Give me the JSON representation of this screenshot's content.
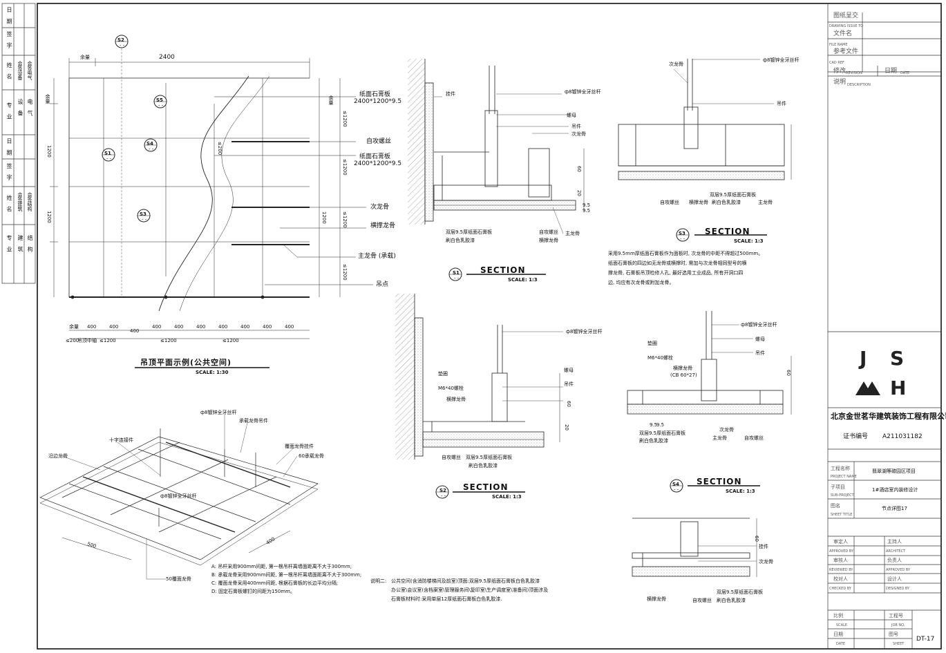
{
  "sheet": {
    "left_strip": {
      "rows": [
        "日 期",
        "签 字",
        "姓 名",
        "专 业",
        "日 期",
        "签 字",
        "姓 名",
        "专 业"
      ],
      "tags_top": [
        "会签设备",
        "会签电气"
      ],
      "tags_bottom": [
        "会签建筑",
        "会签结构"
      ],
      "disc_top": [
        "设 备",
        "电 气"
      ],
      "disc_bottom": [
        "建 筑",
        "结 构"
      ]
    },
    "title_block": {
      "drawing_issue": "图纸呈交",
      "drawing_issue_en": "DRAWING ISSUE TO",
      "file_name": "文件名",
      "file_name_en": "FILE NAME",
      "cad_ref": "参考文件",
      "cad_ref_en": "CAD REF",
      "revision": "修改",
      "revision_en": "REVISION",
      "date": "日期",
      "date_en": "DATE",
      "description": "说明",
      "description_en": "DESCRIPTION",
      "logo_letters": [
        "J",
        "S",
        "M",
        "H"
      ],
      "company": "北京金世茗华建筑装饰工程有限公司",
      "cert_label": "证书编号",
      "cert_no": "A211031182",
      "project_label": "工程名称",
      "project_label_en": "PROJECT NAME",
      "project": "翡翠湖等碳园区项目",
      "sub_label": "子项目",
      "sub_label_en": "SUB-PROJECT",
      "sub_project": "1#酒店室内装修设计",
      "title_label": "图名",
      "title_label_en": "SHEET TITLE",
      "sheet_title": "节点详图17",
      "approved": "审定人",
      "approved_en": "APPROVED BY",
      "architect": "主持人",
      "architect_en": "ARCHITECT",
      "reviewed": "审核人",
      "reviewed_en": "REVIEWED BY",
      "approved2": "负责人",
      "approved2_en": "APPROVED BY",
      "checked": "校对人",
      "checked_en": "CHECKED BY",
      "designed": "设计人",
      "designed_en": "DESIGNED BY",
      "scale_label": "比例",
      "scale_en": "SCALE",
      "job_label": "工程号",
      "job_en": "JOB NO.",
      "date_label": "日期",
      "date_label_en": "DATE",
      "sheet_label": "图号",
      "sheet_en": "SHEET",
      "sheet_no": "DT-17"
    }
  },
  "plan": {
    "title": "吊顶平面示例(公共空间)",
    "scale": "SCALE: 1:30",
    "callouts": [
      "S2",
      "S5",
      "S1",
      "S4",
      "S3"
    ],
    "callout_sub": "- -",
    "top_dims": [
      "余量",
      "2400"
    ],
    "left_dims": [
      "余量",
      "1200",
      "1200"
    ],
    "right_dims": [
      "余量",
      "≤1200",
      "≤1200",
      "1200",
      "≤1200",
      "≤1200"
    ],
    "bottom_dims": [
      "余量",
      "400",
      "400",
      "400",
      "400",
      "400",
      "400",
      "400",
      "400",
      "400",
      "400"
    ],
    "bottom_dims2": [
      "≤200",
      "吊顶中轴",
      "≤1200",
      "≤1200",
      "≤1200"
    ],
    "labels": {
      "board1": "纸面石膏板",
      "board1_size": "2400*1200*9.5",
      "screw": "自攻螺丝",
      "board2": "纸面石膏板",
      "board2_size": "2400*1200*9.5",
      "sec_keel": "次龙骨",
      "cross_keel": "横撑龙骨",
      "main_keel": "主龙骨 (承载)",
      "hanger": "吊点"
    }
  },
  "iso": {
    "labels": [
      "十字连接件",
      "ф8镀锌全牙丝杆",
      "承载龙骨吊件",
      "覆面龙骨挂件",
      "60承载龙骨",
      "沿边龙骨",
      "ф8镀锌全牙丝杆",
      "50覆面龙骨"
    ],
    "dims": [
      "500",
      "400"
    ],
    "notes": [
      "A: 吊杆采用900mm间距, 第一根吊杆离墙面距离不大于300mm;",
      "B: 承载龙骨采用900mm间距, 第一根吊杆离墙面距离不大于300mm;",
      "C: 覆面龙骨采用400mm间距, 根据石膏板的长边平均分隔;",
      "D: 固定石膏板螺钉的间距为150mm。"
    ]
  },
  "note2": {
    "label": "说明二:",
    "lines": [
      "公共空间(含消防楼梯间及前室)顶面:双层9.5厚纸面石膏板白色乳胶漆",
      "办公室\\会议室(含档案室\\管理服务间\\复印室\\生产调度室\\准备间)顶面涉及",
      "石膏板材料时:采用单层12厚纸面石膏板白色乳胶漆."
    ]
  },
  "s1": {
    "labels": [
      "挂件",
      "ф8镀锌全牙丝杆",
      "螺母",
      "吊件",
      "次龙骨",
      "主龙骨",
      "自攻螺丝",
      "横撑龙骨"
    ],
    "board": "双层9.5厚纸面石膏板",
    "paint": "刷白色乳胶漆",
    "dims": [
      "60",
      "20",
      "9.5",
      "9.5"
    ],
    "tag": "S1",
    "section": "SECTION",
    "scale": "SCALE: 1:3"
  },
  "s2": {
    "labels": [
      "ф8镀锌全牙丝杆",
      "垫圈",
      "螺母",
      "M6*40螺栓",
      "吊件",
      "横撑龙骨",
      "自攻螺丝"
    ],
    "board": "双层9.5厚纸面石膏板",
    "paint": "刷白色乳胶漆",
    "dims": [
      "60",
      "20"
    ],
    "tag": "S2",
    "section": "SECTION",
    "scale": "SCALE: 1:3"
  },
  "s3": {
    "labels": [
      "次龙骨",
      "ф8镀锌全牙丝杆",
      "吊件",
      "自攻螺丝",
      "横撑龙骨",
      "主龙骨"
    ],
    "board": "双层9.5厚纸面石膏板",
    "paint": "刷白色乳胶漆",
    "tag": "S3",
    "section": "SECTION",
    "scale": "SCALE: 1:3",
    "note": [
      "采用9.5mm厚纸面石膏板作为面板时, 次龙骨的中距不得超过500mm。",
      "纸面石膏板的四边如无龙骨或横撑时, 需加与次龙骨相同型号的横",
      "撑龙骨, 石膏板吊顶检修人孔, 最好选用工业成品, 所有开洞口四",
      "边, 均应有次龙骨或附加龙骨。"
    ]
  },
  "s4": {
    "labels": [
      "ф8镀锌全牙丝杆",
      "螺母",
      "垫圈",
      "吊件",
      "M6*40螺栓",
      "横撑龙骨",
      "(CB 60*27)",
      "次龙骨",
      "主龙骨",
      "自攻螺丝"
    ],
    "board": "双层9.5厚纸面石膏板",
    "paint": "刷白色乳胶漆",
    "dims": [
      "60",
      "9.5",
      "9.5"
    ],
    "tag": "S4",
    "section": "SECTION",
    "scale": "SCALE: 1:3"
  },
  "s5": {
    "labels": [
      "挂件",
      "次龙骨",
      "横撑龙骨",
      "自攻螺丝"
    ],
    "board": "双层9.5厚纸面石膏板",
    "paint": "刷白色乳胶漆",
    "dims": [
      "60"
    ]
  }
}
